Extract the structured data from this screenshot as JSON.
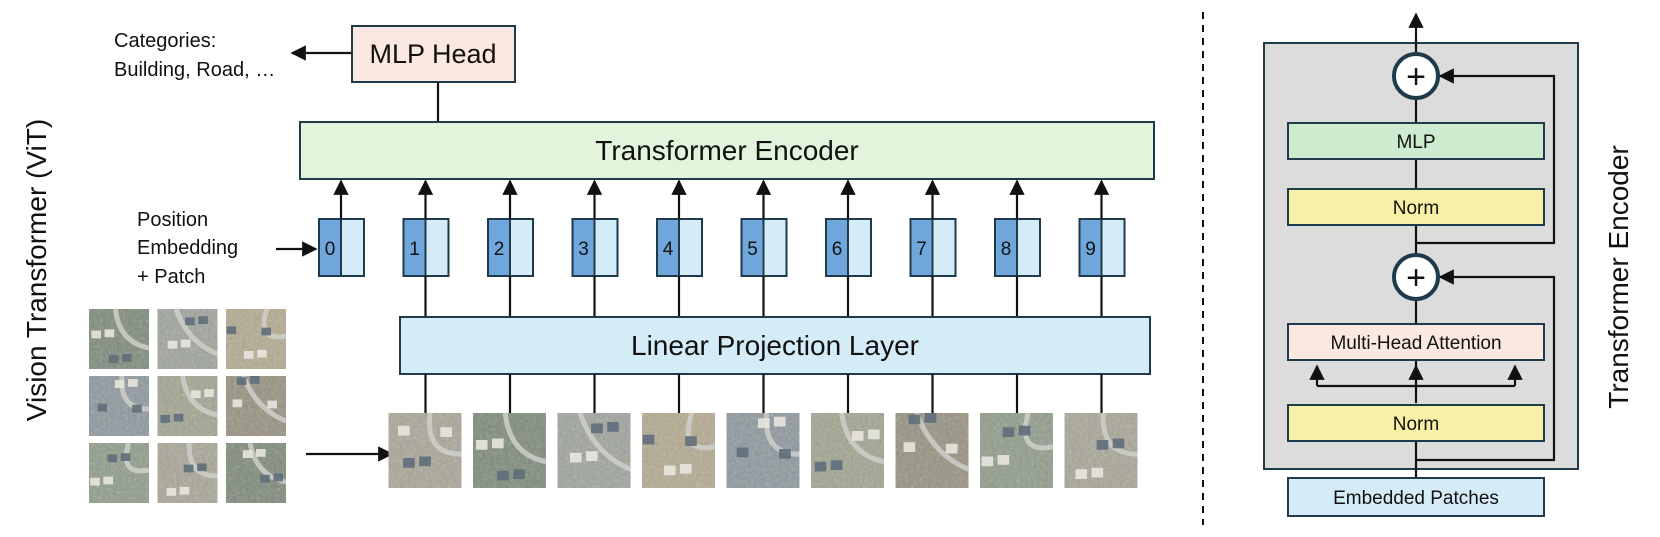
{
  "vit": {
    "side_label": "Vision Transformer (ViT)",
    "mlp_head": "MLP Head",
    "categories_line1": "Categories:",
    "categories_line2": "Building, Road, …",
    "transformer_encoder": "Transformer Encoder",
    "position_line1": "Position",
    "position_line2": "Embedding",
    "position_line3": "+ Patch",
    "tokens": [
      "0",
      "1",
      "2",
      "3",
      "4",
      "5",
      "6",
      "7",
      "8",
      "9"
    ],
    "linear_projection": "Linear Projection Layer"
  },
  "encoder_detail": {
    "side_label": "Transformer Encoder",
    "mlp": "MLP",
    "norm_top": "Norm",
    "mha": "Multi-Head Attention",
    "norm_bottom": "Norm",
    "embedded_patches": "Embedded Patches",
    "add_symbol": "+"
  },
  "colors": {
    "mlp_head_fill": "#fbe8e0",
    "encoder_fill": "#e3f4dc",
    "projection_fill": "#d4ecf7",
    "token_dark": "#6fa6dc",
    "token_light": "#d4ecf7",
    "panel_fill": "#dcdcdc",
    "mlp_fill": "#cdeccf",
    "norm_fill": "#f6f1a6",
    "mha_fill": "#fbe8e0",
    "embedded_fill": "#d4ecf7",
    "stroke": "#1f3a4a"
  }
}
